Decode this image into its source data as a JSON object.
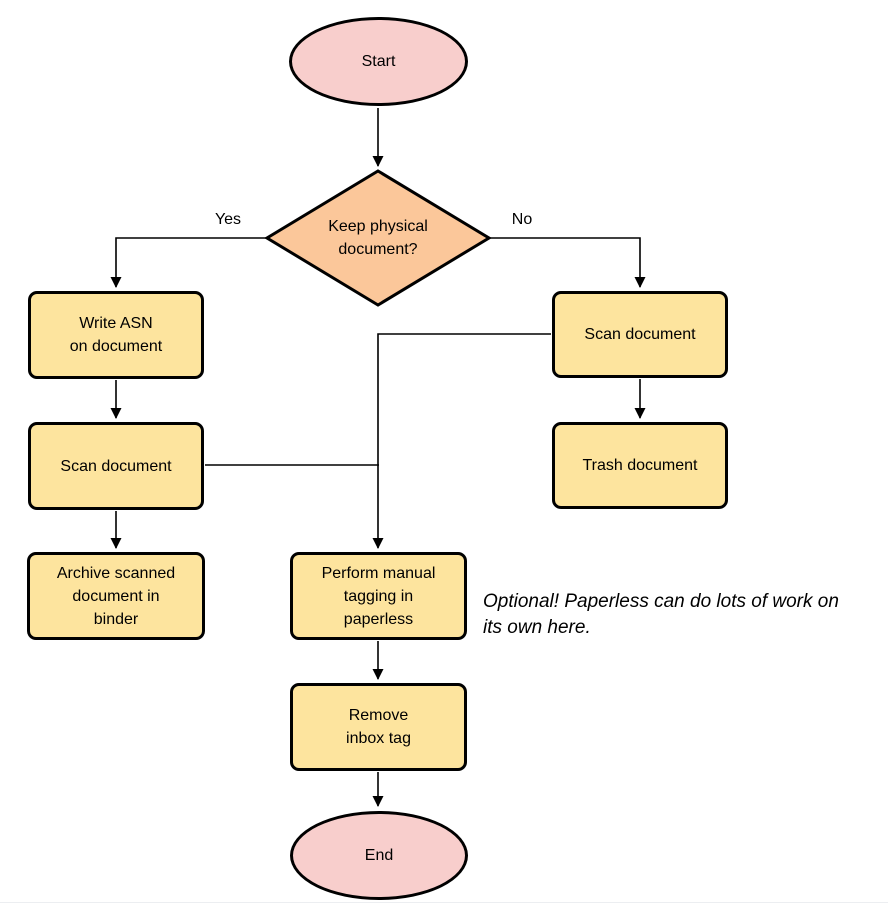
{
  "diagram": {
    "type": "flowchart",
    "background": "#ffffff",
    "colors": {
      "stroke": "#000000",
      "terminal_fill": "#f8cecc",
      "decision_fill": "#fbc79a",
      "process_fill": "#fde49e"
    },
    "nodes": {
      "start": {
        "label": "Start",
        "shape": "ellipse"
      },
      "decision": {
        "label": "Keep physical\ndocument?",
        "shape": "diamond"
      },
      "write_asn": {
        "label": "Write ASN\non document",
        "shape": "process"
      },
      "scan_left": {
        "label": "Scan document",
        "shape": "process"
      },
      "archive": {
        "label": "Archive scanned\ndocument in\nbinder",
        "shape": "process"
      },
      "scan_right": {
        "label": "Scan document",
        "shape": "process"
      },
      "trash": {
        "label": "Trash document",
        "shape": "process"
      },
      "tagging": {
        "label": "Perform manual\ntagging in\npaperless",
        "shape": "process"
      },
      "remove_inbox": {
        "label": "Remove\ninbox tag",
        "shape": "process"
      },
      "end": {
        "label": "End",
        "shape": "ellipse"
      }
    },
    "edge_labels": {
      "yes": "Yes",
      "no": "No"
    },
    "note": {
      "text": "Optional! Paperless can do lots of work on\nits own here."
    }
  }
}
